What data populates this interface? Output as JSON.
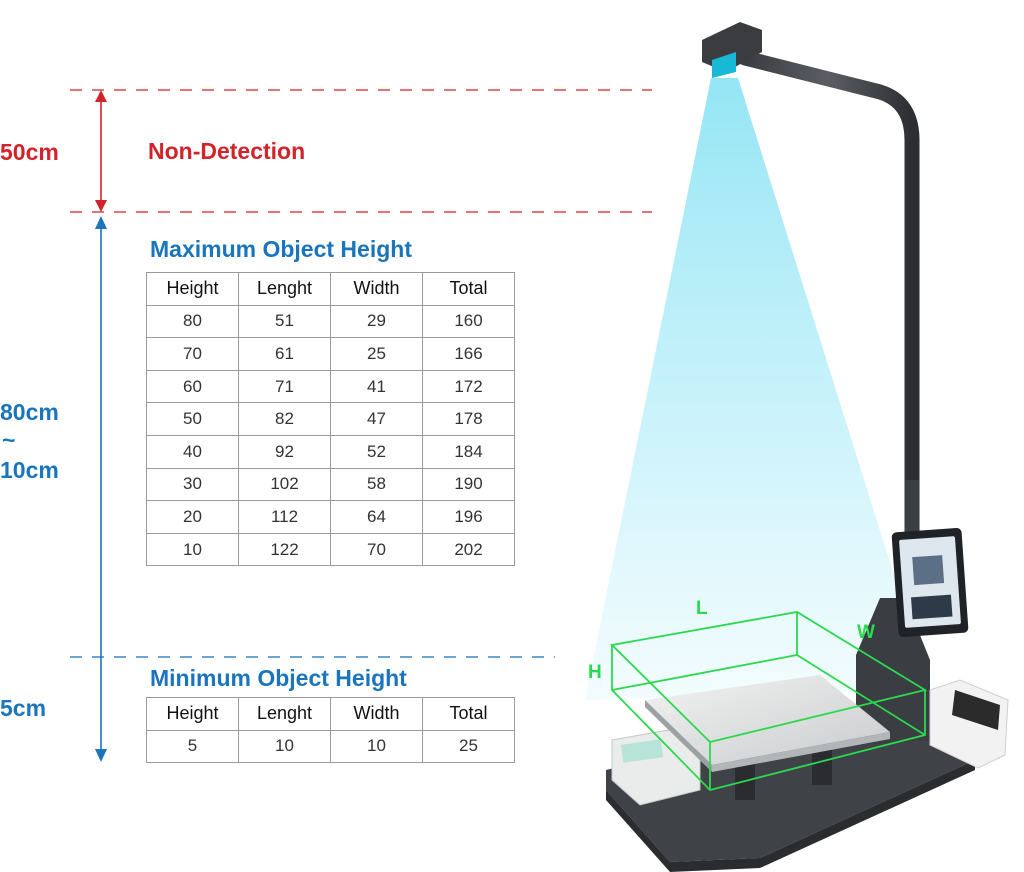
{
  "left_markers": {
    "top_zone": {
      "value": "50cm",
      "label": "Non-Detection",
      "color": "#d2232a"
    },
    "middle_zone": {
      "value_line1": "80cm",
      "value_line2": "~",
      "value_line3": "10cm",
      "color": "#1a75bc"
    },
    "bottom_zone": {
      "value": "5cm",
      "color": "#1a75bc"
    }
  },
  "max_table": {
    "title": "Maximum Object Height",
    "headers": [
      "Height",
      "Lenght",
      "Width",
      "Total"
    ],
    "rows": [
      [
        "80",
        "51",
        "29",
        "160"
      ],
      [
        "70",
        "61",
        "25",
        "166"
      ],
      [
        "60",
        "71",
        "41",
        "172"
      ],
      [
        "50",
        "82",
        "47",
        "178"
      ],
      [
        "40",
        "92",
        "52",
        "184"
      ],
      [
        "30",
        "102",
        "58",
        "190"
      ],
      [
        "20",
        "112",
        "64",
        "196"
      ],
      [
        "10",
        "122",
        "70",
        "202"
      ]
    ]
  },
  "min_table": {
    "title": "Minimum Object Height",
    "headers": [
      "Height",
      "Lenght",
      "Width",
      "Total"
    ],
    "rows": [
      [
        "5",
        "10",
        "10",
        "25"
      ]
    ]
  },
  "box_labels": {
    "length": "L",
    "width": "W",
    "height": "H",
    "color": "#2bd94f"
  }
}
